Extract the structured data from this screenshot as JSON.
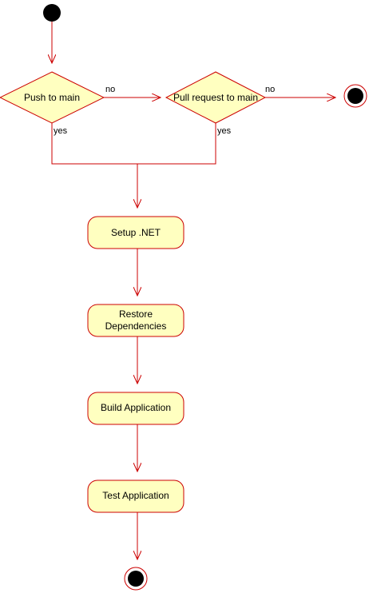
{
  "diagram": {
    "colors": {
      "line": "#cc0000",
      "node_fill": "#ffffc0",
      "node_stroke": "#cc0000",
      "terminal_fill": "#000000"
    },
    "decisions": {
      "push_to_main": "Push to main",
      "pull_request_to_main": "Pull request to main"
    },
    "edges": {
      "push_no": "no",
      "push_yes": "yes",
      "pr_no": "no",
      "pr_yes": "yes"
    },
    "actions": {
      "setup_dotnet": "Setup .NET",
      "restore_line1": "Restore",
      "restore_line2": "Dependencies",
      "build": "Build Application",
      "test": "Test Application"
    }
  }
}
